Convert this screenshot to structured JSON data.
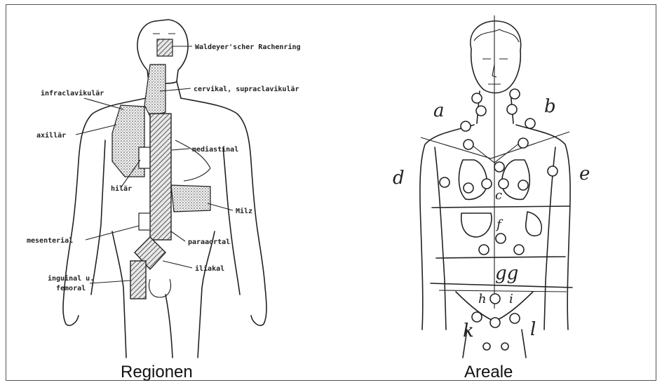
{
  "left_figure": {
    "caption": "Regionen",
    "labels": {
      "waldeyer": "Waldeyer'scher Rachenring",
      "infraclavicular": "infraclavikulär",
      "cervical": "cervikal, supraclavikulär",
      "axillar": "axillär",
      "mediastinal": "mediastinal",
      "hilar": "hilär",
      "milz": "Milz",
      "mesenterial": "mesenterial",
      "paraaortal": "paraaortal",
      "iliakal": "iliakal",
      "inguinal_1": "inguinal u.",
      "inguinal_2": "femoral"
    }
  },
  "right_figure": {
    "caption": "Areale",
    "letters": {
      "a": "a",
      "b": "b",
      "c": "c",
      "d": "d",
      "e": "e",
      "f": "f",
      "g": "gg",
      "h": "h",
      "i": "i",
      "k": "k",
      "l": "l"
    }
  }
}
